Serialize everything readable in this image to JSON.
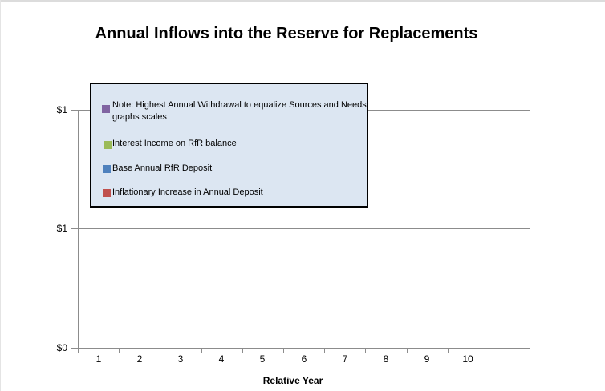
{
  "chart": {
    "title": "Annual Inflows into the Reserve for Replacements",
    "x_axis_label": "Relative Year",
    "y_tick_labels": [
      "$1",
      "$1",
      "$0"
    ],
    "x_tick_labels": [
      "1",
      "2",
      "3",
      "4",
      "5",
      "6",
      "7",
      "8",
      "9",
      "10"
    ],
    "legend": {
      "background": "#DCE6F2",
      "border_color": "#000000",
      "items": [
        {
          "label": "Note: Highest Annual Withdrawal to equalize Sources and Needs graphs scales",
          "color": "#8064A2",
          "marker": "square-icon"
        },
        {
          "label": "Interest Income on RfR balance",
          "color": "#9BBB59",
          "marker": "square-icon"
        },
        {
          "label": "Base Annual RfR Deposit",
          "color": "#4F81BD",
          "marker": "square-icon"
        },
        {
          "label": "Inflationary Increase in Annual Deposit",
          "color": "#C0504D",
          "marker": "square-icon"
        }
      ]
    },
    "colors": {
      "axis": "#8C8C8C",
      "gridline": "#8C8C8C",
      "text": "#000000",
      "background": "#FFFFFF"
    }
  },
  "chart_data": {
    "type": "bar",
    "title": "Annual Inflows into the Reserve for Replacements",
    "categories": [
      "1",
      "2",
      "3",
      "4",
      "5",
      "6",
      "7",
      "8",
      "9",
      "10"
    ],
    "series": [
      {
        "name": "Note: Highest Annual Withdrawal to equalize Sources and Needs graphs scales",
        "color": "#8064A2",
        "values": []
      },
      {
        "name": "Interest Income on RfR balance",
        "color": "#9BBB59",
        "values": []
      },
      {
        "name": "Base Annual RfR Deposit",
        "color": "#4F81BD",
        "values": []
      },
      {
        "name": "Inflationary Increase in Annual Deposit",
        "color": "#C0504D",
        "values": []
      }
    ],
    "xlabel": "Relative Year",
    "ylabel": "",
    "y_tick_labels_top_to_bottom": [
      "$1",
      "$1",
      "$0"
    ],
    "grid": true,
    "legend_position": "inside-top-left",
    "plot_empty": true
  }
}
